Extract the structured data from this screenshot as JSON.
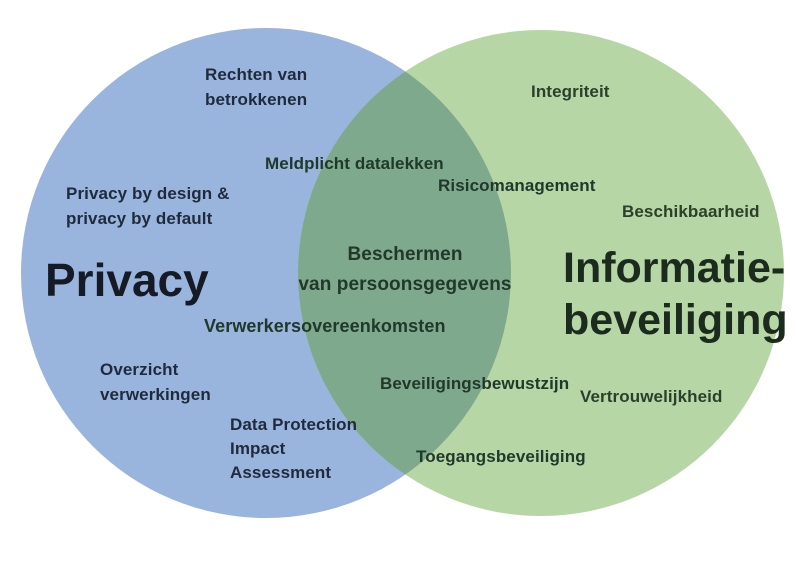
{
  "palette": {
    "background": "#FFFFFF",
    "circle_blue": "#99B4DD",
    "circle_green": "#B7D6A5",
    "circle_overlap": "#7EA98C",
    "text_blue_area": "#1F2B3C",
    "text_green_area": "#2B402C",
    "text_overlap_area": "#20392B",
    "text_title_privacy": "#161A25",
    "text_title_infosec": "#1B2B1D"
  },
  "venn": {
    "left": {
      "title": "Privacy",
      "items": {
        "rechten": [
          "Rechten van",
          "betrokkenen"
        ],
        "design_default": [
          "Privacy by design &",
          "privacy by default"
        ],
        "overzicht": [
          "Overzicht",
          "verwerkingen"
        ],
        "dpia": [
          "Data Protection",
          "Impact",
          "Assessment"
        ]
      }
    },
    "overlap": {
      "items": {
        "meldplicht": "Meldplicht datalekken",
        "risico": "Risicomanagement",
        "beschermen": [
          "Beschermen",
          "van persoonsgegevens"
        ],
        "verwerkers": "Verwerkersovereenkomsten",
        "bewustzijn": "Beveiligingsbewustzijn",
        "toegang": "Toegangsbeveiliging"
      }
    },
    "right": {
      "title": [
        "Informatie-",
        "beveiliging"
      ],
      "items": {
        "integriteit": "Integriteit",
        "beschikbaarheid": "Beschikbaarheid",
        "vertrouwelijkheid": "Vertrouwelijkheid"
      }
    }
  }
}
